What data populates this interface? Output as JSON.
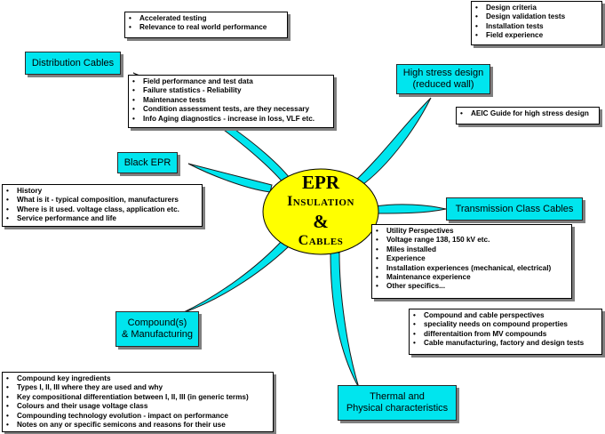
{
  "hub": {
    "line1": "EPR",
    "line2": "Insulation",
    "line3": "&",
    "line4": "Cables",
    "fill_color": "#ffff00"
  },
  "topics": {
    "distribution_cables": "Distribution Cables",
    "high_stress": {
      "line1": "High stress design",
      "line2": "(reduced wall)"
    },
    "black_epr": "Black EPR",
    "transmission": "Transmission Class Cables",
    "compound": {
      "line1": "Compound(s)",
      "line2": "& Manufacturing"
    },
    "thermal": {
      "line1": "Thermal and",
      "line2": "Physical characteristics"
    },
    "fill_color": "#00e5ee"
  },
  "notes": {
    "testing": [
      "Accelerated testing",
      "Relevance to real world performance"
    ],
    "design": [
      "Design criteria",
      "Design validation tests",
      "Installation tests",
      "Field experience"
    ],
    "field_performance": [
      "Field performance and test data",
      "Failure statistics - Reliability",
      "Maintenance tests",
      "Condition assessment tests, are they necessary",
      "Info Aging diagnostics - increase in loss, VLF etc."
    ],
    "aeic": [
      "AEIC Guide for high stress design"
    ],
    "history": [
      "History",
      "What is it - typical composition, manufacturers",
      "Where is it used. voltage class, application etc.",
      "Service performance and life"
    ],
    "transmission": [
      "Utility Perspectives",
      "Voltage range 138, 150 kV etc.",
      "Miles installed",
      "Experience",
      "Installation experiences (mechanical, electrical)",
      "Maintenance experience",
      "Other specifics..."
    ],
    "compound_perspectives": [
      "Compound and cable perspectives",
      "speciality needs on compound properties",
      "differentaition from MV compounds",
      "Cable manufacturing, factory and design tests"
    ],
    "compound_ingredients": [
      "Compound key ingredients",
      "Types I, II, III where they are used and why",
      "Key compositional differentiation between I, II, III (in generic terms)",
      "Colours and their usage voltage class",
      "Compounding technology evolution - impact on performance",
      "Notes on any or specific semicons and reasons for their use"
    ]
  },
  "branch_color": "#00e5ee"
}
